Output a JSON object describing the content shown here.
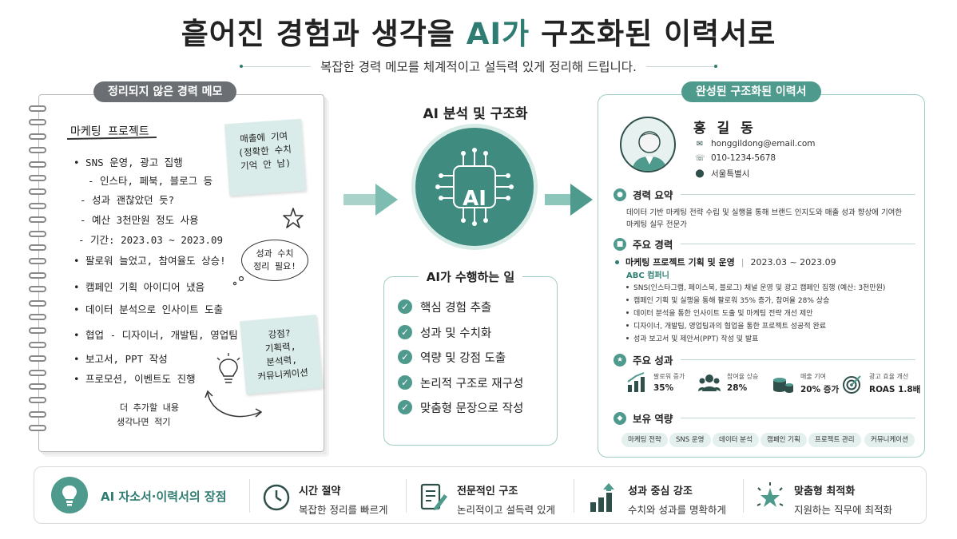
{
  "header": {
    "title_part1": "흩어진 경험과 생각을 ",
    "title_highlight": "AI가",
    "title_part2": " 구조화된 이력서로",
    "subtitle": "복잡한 경력 메모를 체계적이고 설득력 있게 정리해 드립니다."
  },
  "memo": {
    "tag": "정리되지 않은 경력 메모",
    "heading": "마케팅 프로젝트",
    "lines": [
      "•  SNS 운영, 광고 집행",
      "-  인스타, 페북, 블로그 등",
      "-  성과 괜찮았던 듯?",
      "-  예산 3천만원 정도 사용",
      "-  기간: 2023.03 ~ 2023.09",
      "•  팔로워 늘었고, 참여율도 상승!",
      "•  캠페인 기획 아이디어 냈음",
      "•  데이터 분석으로 인사이트 도출",
      "•  협업 - 디자이너, 개발팀, 영업팀",
      "•  보고서,  PPT 작성",
      "•  프로모션, 이벤트도 진행"
    ],
    "sticky1": [
      "매출에 기여",
      "(정확한 수치",
      "기억 안 남)"
    ],
    "bubble": [
      "성과 수치",
      "정리 필요!"
    ],
    "sticky2": [
      "강점?",
      "기획력,",
      "분석력,",
      "커뮤니케이션"
    ],
    "footnote": [
      "더 추가할 내용",
      "생각나면 적기"
    ]
  },
  "ai": {
    "title": "AI 분석 및 구조화",
    "chip_label": "AI",
    "tasks_title": "AI가 수행하는 일",
    "tasks": [
      "핵심 경험 추출",
      "성과 및 수치화",
      "역량 및 강점 도출",
      "논리적 구조로 재구성",
      "맞춤형 문장으로 작성"
    ]
  },
  "resume": {
    "tag": "완성된 구조화된 이력서",
    "name": "홍 길 동",
    "email": "honggildong@email.com",
    "phone": "010-1234-5678",
    "location": "서울특별시",
    "summary_label": "경력 요약",
    "summary": [
      "데이터 기반 마케팅 전략 수립 및 실행을 통해 브랜드 인지도와 매출 성과 향상에 기여한",
      "마케팅 실무 전문가"
    ],
    "experience_label": "주요 경력",
    "job_title": "마케팅 프로젝트 기획 및 운영",
    "job_period": "2023.03 ~ 2023.09",
    "company": "ABC 컴퍼니",
    "bullets": [
      "SNS(인스타그램, 페이스북, 블로그) 채널 운영 및 광고 캠페인 집행 (예산: 3천만원)",
      "캠페인 기획 및 실행을 통해 팔로워 35% 증가, 참여율 28% 상승",
      "데이터 분석을 통한 인사이트 도출 및 마케팅 전략 개선 제안",
      "디자이너, 개발팀, 영업팀과의 협업을 통한 프로젝트 성공적 완료",
      "성과 보고서 및 제안서(PPT) 작성 및 발표"
    ],
    "results_label": "주요 성과",
    "results": [
      {
        "label": "팔로워 증가",
        "value": "35%",
        "icon": "bar-chart-icon"
      },
      {
        "label": "참여율 상승",
        "value": "28%",
        "icon": "people-icon"
      },
      {
        "label": "매출 기여",
        "value": "20% 증가",
        "icon": "coins-icon"
      },
      {
        "label": "광고 효율 개선",
        "value": "ROAS 1.8배",
        "icon": "target-icon"
      }
    ],
    "skills_label": "보유 역량",
    "skills": [
      "마케팅 전략",
      "SNS 운영",
      "데이터 분석",
      "캠페인 기획",
      "프로젝트 관리",
      "커뮤니케이션"
    ]
  },
  "advantages": {
    "title": "AI 자소서·이력서의 장점",
    "items": [
      {
        "title": "시간 절약",
        "desc": "복잡한 정리를 빠르게",
        "icon": "clock-icon"
      },
      {
        "title": "전문적인 구조",
        "desc": "논리적이고 설득력 있게",
        "icon": "document-pen-icon"
      },
      {
        "title": "성과 중심 강조",
        "desc": "수치와 성과를 명확하게",
        "icon": "growth-chart-icon"
      },
      {
        "title": "맞춤형 최적화",
        "desc": "지원하는 직무에 최적화",
        "icon": "sparkle-star-icon"
      }
    ]
  },
  "colors": {
    "accent": "#2f7d72",
    "accent_light": "#4e9a8c",
    "note_bg": "#d9ece9"
  }
}
